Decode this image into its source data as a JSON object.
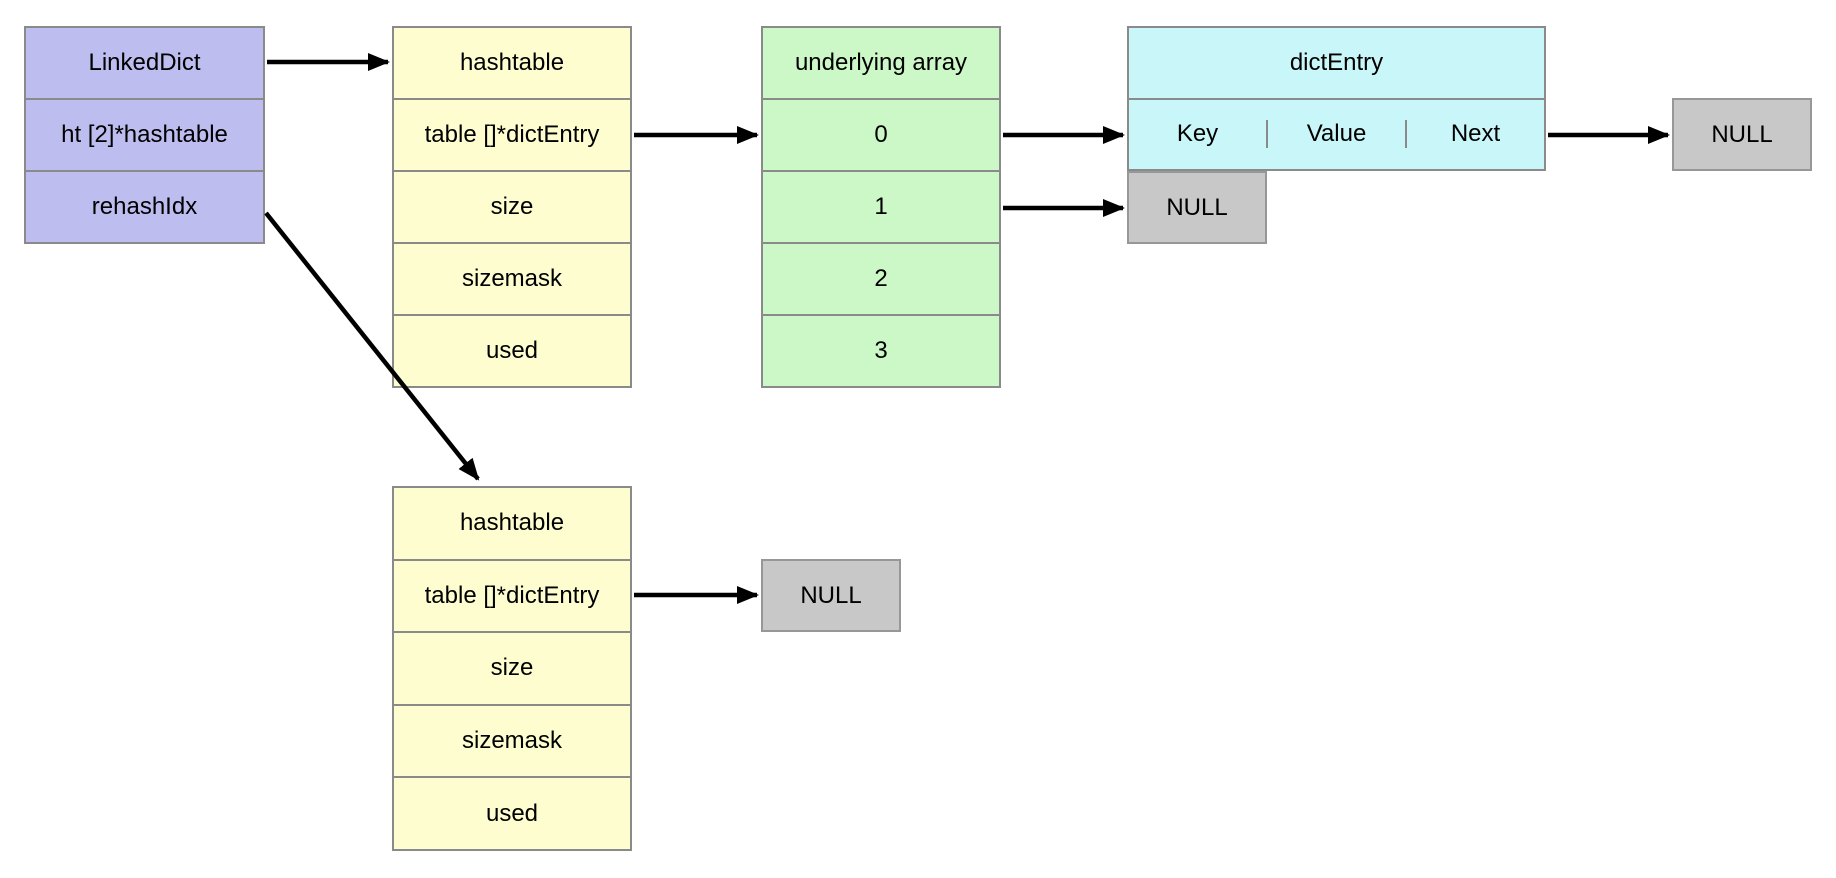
{
  "boxes": {
    "linked_dict": {
      "rows": [
        "LinkedDict",
        "ht [2]*hashtable",
        "rehashIdx"
      ]
    },
    "hashtable_top": {
      "rows": [
        "hashtable",
        "table []*dictEntry",
        "size",
        "sizemask",
        "used"
      ]
    },
    "hashtable_bottom": {
      "rows": [
        "hashtable",
        "table []*dictEntry",
        "size",
        "sizemask",
        "used"
      ]
    },
    "underlying_array": {
      "rows": [
        "underlying array",
        "0",
        "1",
        "2",
        "3"
      ]
    },
    "dict_entry": {
      "header": "dictEntry",
      "cells": [
        "Key",
        "Value",
        "Next"
      ]
    },
    "null_after_next": {
      "label": "NULL"
    },
    "null_bucket_1": {
      "label": "NULL"
    },
    "null_table_bottom": {
      "label": "NULL"
    }
  },
  "colors": {
    "struct_purple": "#bdbdf0",
    "struct_yellow": "#fdfdd0",
    "struct_green": "#cbf8c6",
    "struct_cyan": "#c9f6f8",
    "null_gray": "#c8c8c8",
    "border_gray": "#8a8a8a",
    "arrow_black": "#000000"
  }
}
